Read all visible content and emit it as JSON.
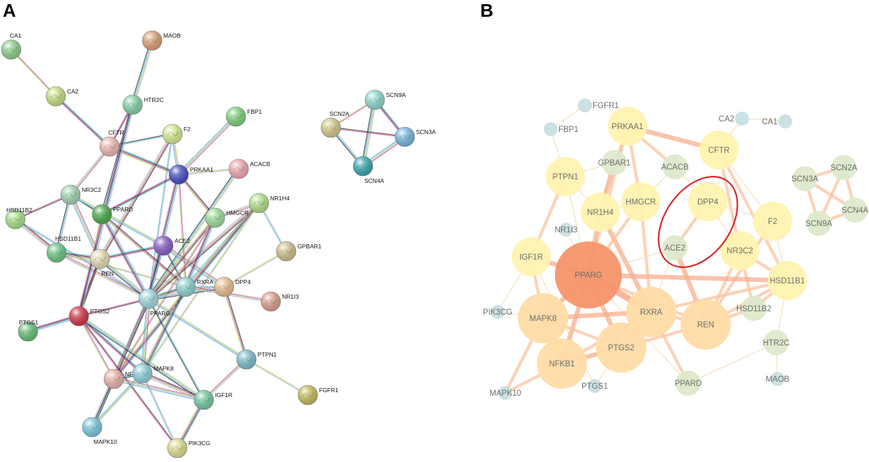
{
  "panels": [
    {
      "id": "A",
      "label": "A",
      "nodes": [
        {
          "id": "MAOB",
          "color": "#d9a07a"
        },
        {
          "id": "CA1",
          "color": "#8fcf8f"
        },
        {
          "id": "CA2",
          "color": "#c5df85"
        },
        {
          "id": "HTR2C",
          "color": "#86d0a8"
        },
        {
          "id": "FBP1",
          "color": "#7fd27f"
        },
        {
          "id": "F2",
          "color": "#d6eb93"
        },
        {
          "id": "CFTR",
          "color": "#ecb9b4"
        },
        {
          "id": "PRKAA1",
          "color": "#4b4fc4"
        },
        {
          "id": "ACACB",
          "color": "#eea9b0"
        },
        {
          "id": "NR3C2",
          "color": "#a5d3b5"
        },
        {
          "id": "PPARD",
          "color": "#4faa4f"
        },
        {
          "id": "NR1H4",
          "color": "#b2e08c"
        },
        {
          "id": "HMGCR",
          "color": "#9fdc9f"
        },
        {
          "id": "HSD11B2",
          "color": "#a9e08a"
        },
        {
          "id": "ACE2",
          "color": "#8a5fc7"
        },
        {
          "id": "GPBAR1",
          "color": "#d2c091"
        },
        {
          "id": "HSD11B1",
          "color": "#6fc486"
        },
        {
          "id": "REN",
          "color": "#e4dcb3"
        },
        {
          "id": "RXRA",
          "color": "#91d2cf"
        },
        {
          "id": "DPP4",
          "color": "#e9bf92"
        },
        {
          "id": "PPARG",
          "color": "#a4d7e0"
        },
        {
          "id": "NR1I3",
          "color": "#dba08e"
        },
        {
          "id": "PTGS2",
          "color": "#d4384a"
        },
        {
          "id": "PTGS1",
          "color": "#69c07d"
        },
        {
          "id": "PTPN1",
          "color": "#7fbfcc"
        },
        {
          "id": "NFKB1",
          "color": "#e8b2ac"
        },
        {
          "id": "MAPK8",
          "color": "#8ed0dc"
        },
        {
          "id": "FGFR1",
          "color": "#c5bc5c"
        },
        {
          "id": "IGF1R",
          "color": "#77c7a3"
        },
        {
          "id": "MAPK10",
          "color": "#7cc8e0"
        },
        {
          "id": "PIK3CG",
          "color": "#dedc8f"
        },
        {
          "id": "SCN9A",
          "color": "#8fd8cf"
        },
        {
          "id": "SCN2A",
          "color": "#d2c98a"
        },
        {
          "id": "SCN3A",
          "color": "#7ab8e2"
        },
        {
          "id": "SCN4A",
          "color": "#3aa9b0"
        }
      ],
      "edges": [
        [
          "CA1",
          "CA2"
        ],
        [
          "CA2",
          "CFTR"
        ],
        [
          "MAOB",
          "HTR2C"
        ],
        [
          "HTR2C",
          "CFTR"
        ],
        [
          "HTR2C",
          "PPARD"
        ],
        [
          "FBP1",
          "PRKAA1"
        ],
        [
          "F2",
          "CFTR"
        ],
        [
          "F2",
          "PRKAA1"
        ],
        [
          "F2",
          "REN"
        ],
        [
          "F2",
          "PPARG"
        ],
        [
          "CFTR",
          "NR3C2"
        ],
        [
          "CFTR",
          "PRKAA1"
        ],
        [
          "PRKAA1",
          "ACACB"
        ],
        [
          "PRKAA1",
          "HMGCR"
        ],
        [
          "PRKAA1",
          "PPARG"
        ],
        [
          "PRKAA1",
          "RXRA"
        ],
        [
          "PRKAA1",
          "PPARD"
        ],
        [
          "ACACB",
          "PPARG"
        ],
        [
          "NR3C2",
          "HSD11B2"
        ],
        [
          "NR3C2",
          "HSD11B1"
        ],
        [
          "NR3C2",
          "REN"
        ],
        [
          "NR3C2",
          "PPARD"
        ],
        [
          "NR3C2",
          "ACE2"
        ],
        [
          "HSD11B2",
          "HSD11B1"
        ],
        [
          "HSD11B2",
          "PPARG"
        ],
        [
          "HSD11B1",
          "PPARG"
        ],
        [
          "HSD11B1",
          "REN"
        ],
        [
          "HSD11B1",
          "RXRA"
        ],
        [
          "PPARD",
          "RXRA"
        ],
        [
          "PPARD",
          "PPARG"
        ],
        [
          "PPARD",
          "PTGS2"
        ],
        [
          "REN",
          "ACE2"
        ],
        [
          "REN",
          "PPARG"
        ],
        [
          "REN",
          "PTGS2"
        ],
        [
          "ACE2",
          "PPARG"
        ],
        [
          "ACE2",
          "DPP4"
        ],
        [
          "ACE2",
          "RXRA"
        ],
        [
          "NR1H4",
          "RXRA"
        ],
        [
          "NR1H4",
          "PPARG"
        ],
        [
          "NR1H4",
          "GPBAR1"
        ],
        [
          "NR1H4",
          "HMGCR"
        ],
        [
          "NR1H4",
          "NFKB1"
        ],
        [
          "NR1H4",
          "MAPK8"
        ],
        [
          "HMGCR",
          "PPARG"
        ],
        [
          "HMGCR",
          "RXRA"
        ],
        [
          "HMGCR",
          "NFKB1"
        ],
        [
          "PPARG",
          "RXRA"
        ],
        [
          "PPARG",
          "DPP4"
        ],
        [
          "PPARG",
          "PTGS2"
        ],
        [
          "PPARG",
          "NFKB1"
        ],
        [
          "PPARG",
          "MAPK8"
        ],
        [
          "PPARG",
          "IGF1R"
        ],
        [
          "PPARG",
          "PTPN1"
        ],
        [
          "PPARG",
          "MAPK10"
        ],
        [
          "RXRA",
          "DPP4"
        ],
        [
          "RXRA",
          "NR1I3"
        ],
        [
          "RXRA",
          "MAPK8"
        ],
        [
          "DPP4",
          "GPBAR1"
        ],
        [
          "DPP4",
          "PTPN1"
        ],
        [
          "PTGS2",
          "PTGS1"
        ],
        [
          "PTGS2",
          "NFKB1"
        ],
        [
          "PTGS2",
          "MAPK8"
        ],
        [
          "PTGS2",
          "IGF1R"
        ],
        [
          "PTGS2",
          "PIK3CG"
        ],
        [
          "NFKB1",
          "MAPK8"
        ],
        [
          "NFKB1",
          "IGF1R"
        ],
        [
          "NFKB1",
          "MAPK10"
        ],
        [
          "MAPK8",
          "MAPK10"
        ],
        [
          "MAPK8",
          "IGF1R"
        ],
        [
          "MAPK8",
          "PIK3CG"
        ],
        [
          "IGF1R",
          "PTPN1"
        ],
        [
          "IGF1R",
          "PIK3CG"
        ],
        [
          "PTPN1",
          "FGFR1"
        ],
        [
          "PTGS2",
          "REN"
        ],
        [
          "HTR2C",
          "PTGS2"
        ],
        [
          "SCN9A",
          "SCN2A"
        ],
        [
          "SCN9A",
          "SCN3A"
        ],
        [
          "SCN9A",
          "SCN4A"
        ],
        [
          "SCN2A",
          "SCN3A"
        ],
        [
          "SCN2A",
          "SCN4A"
        ],
        [
          "SCN3A",
          "SCN4A"
        ]
      ]
    },
    {
      "id": "B",
      "label": "B",
      "nodes": [
        {
          "id": "FGFR1",
          "level": 0
        },
        {
          "id": "FBP1",
          "level": 0
        },
        {
          "id": "CA2",
          "level": 0
        },
        {
          "id": "CA1",
          "level": 0
        },
        {
          "id": "PRKAA1",
          "level": 2
        },
        {
          "id": "CFTR",
          "level": 2
        },
        {
          "id": "GPBAR1",
          "level": 1
        },
        {
          "id": "ACACB",
          "level": 1
        },
        {
          "id": "PTPN1",
          "level": 2
        },
        {
          "id": "HMGCR",
          "level": 2
        },
        {
          "id": "NR1H4",
          "level": 2
        },
        {
          "id": "NR1I3",
          "level": 0
        },
        {
          "id": "DPP4",
          "level": 2
        },
        {
          "id": "ACE2",
          "level": 1
        },
        {
          "id": "NR3C2",
          "level": 2
        },
        {
          "id": "F2",
          "level": 2
        },
        {
          "id": "SCN3A",
          "level": 1
        },
        {
          "id": "SCN2A",
          "level": 1
        },
        {
          "id": "SCN4A",
          "level": 1
        },
        {
          "id": "SCN9A",
          "level": 1
        },
        {
          "id": "IGF1R",
          "level": 2
        },
        {
          "id": "PPARG",
          "level": 4
        },
        {
          "id": "RXRA",
          "level": 3
        },
        {
          "id": "REN",
          "level": 3
        },
        {
          "id": "HSD11B1",
          "level": 2
        },
        {
          "id": "HSD11B2",
          "level": 1
        },
        {
          "id": "PIK3CG",
          "level": 0
        },
        {
          "id": "MAPK8",
          "level": 3
        },
        {
          "id": "PTGS2",
          "level": 3
        },
        {
          "id": "NFKB1",
          "level": 3
        },
        {
          "id": "HTR2C",
          "level": 1
        },
        {
          "id": "MAPK10",
          "level": 0
        },
        {
          "id": "PTGS1",
          "level": 0
        },
        {
          "id": "PPARD",
          "level": 1
        },
        {
          "id": "MAOB",
          "level": 0
        }
      ],
      "edges": [
        [
          "FGFR1",
          "FBP1",
          1
        ],
        [
          "FBP1",
          "PTPN1",
          1
        ],
        [
          "CA2",
          "CA1",
          1
        ],
        [
          "CA2",
          "CFTR",
          1
        ],
        [
          "PRKAA1",
          "CFTR",
          3
        ],
        [
          "PRKAA1",
          "ACACB",
          2
        ],
        [
          "PRKAA1",
          "GPBAR1",
          1
        ],
        [
          "PRKAA1",
          "HMGCR",
          2
        ],
        [
          "PRKAA1",
          "NR1H4",
          2
        ],
        [
          "PRKAA1",
          "PPARG",
          2
        ],
        [
          "CFTR",
          "NR3C2",
          2
        ],
        [
          "CFTR",
          "F2",
          1
        ],
        [
          "CFTR",
          "HSD11B1",
          2
        ],
        [
          "GPBAR1",
          "NR1H4",
          3
        ],
        [
          "GPBAR1",
          "PTPN1",
          1
        ],
        [
          "GPBAR1",
          "PPARG",
          1
        ],
        [
          "ACACB",
          "HMGCR",
          1
        ],
        [
          "ACACB",
          "DPP4",
          1
        ],
        [
          "PTPN1",
          "IGF1R",
          2
        ],
        [
          "PTPN1",
          "NR1H4",
          1
        ],
        [
          "PTPN1",
          "PPARG",
          1
        ],
        [
          "NR1H4",
          "PPARG",
          3
        ],
        [
          "NR1H4",
          "RXRA",
          3
        ],
        [
          "NR1H4",
          "HMGCR",
          1
        ],
        [
          "NR1I3",
          "PPARG",
          1
        ],
        [
          "HMGCR",
          "RXRA",
          2
        ],
        [
          "HMGCR",
          "PPARG",
          2
        ],
        [
          "DPP4",
          "ACE2",
          2
        ],
        [
          "DPP4",
          "NR3C2",
          1
        ],
        [
          "DPP4",
          "F2",
          1
        ],
        [
          "ACE2",
          "REN",
          3
        ],
        [
          "ACE2",
          "PPARG",
          1
        ],
        [
          "ACE2",
          "RXRA",
          1
        ],
        [
          "NR3C2",
          "HSD11B1",
          2
        ],
        [
          "NR3C2",
          "HSD11B2",
          2
        ],
        [
          "NR3C2",
          "REN",
          2
        ],
        [
          "F2",
          "REN",
          2
        ],
        [
          "F2",
          "HSD11B1",
          1
        ],
        [
          "SCN3A",
          "SCN2A",
          2
        ],
        [
          "SCN3A",
          "SCN4A",
          2
        ],
        [
          "SCN3A",
          "SCN9A",
          2
        ],
        [
          "SCN2A",
          "SCN4A",
          2
        ],
        [
          "SCN2A",
          "SCN9A",
          2
        ],
        [
          "SCN4A",
          "SCN9A",
          2
        ],
        [
          "IGF1R",
          "PPARG",
          3
        ],
        [
          "IGF1R",
          "MAPK8",
          2
        ],
        [
          "IGF1R",
          "PIK3CG",
          1
        ],
        [
          "IGF1R",
          "PTGS1",
          1
        ],
        [
          "PPARG",
          "RXRA",
          4
        ],
        [
          "PPARG",
          "REN",
          2
        ],
        [
          "PPARG",
          "HSD11B1",
          3
        ],
        [
          "PPARG",
          "MAPK8",
          3
        ],
        [
          "PPARG",
          "PTGS2",
          3
        ],
        [
          "PPARG",
          "NFKB1",
          3
        ],
        [
          "PPARG",
          "PPARD",
          1
        ],
        [
          "RXRA",
          "REN",
          2
        ],
        [
          "RXRA",
          "PTGS2",
          3
        ],
        [
          "RXRA",
          "NFKB1",
          2
        ],
        [
          "RXRA",
          "HSD11B1",
          2
        ],
        [
          "RXRA",
          "MAPK8",
          3
        ],
        [
          "RXRA",
          "PPARD",
          2
        ],
        [
          "REN",
          "HSD11B1",
          2
        ],
        [
          "REN",
          "HSD11B2",
          2
        ],
        [
          "REN",
          "PTGS2",
          2
        ],
        [
          "HSD11B1",
          "HSD11B2",
          2
        ],
        [
          "HSD11B1",
          "HTR2C",
          1
        ],
        [
          "MAPK8",
          "NFKB1",
          3
        ],
        [
          "MAPK8",
          "PTGS2",
          2
        ],
        [
          "MAPK8",
          "MAPK10",
          2
        ],
        [
          "MAPK8",
          "PIK3CG",
          1
        ],
        [
          "PTGS2",
          "NFKB1",
          3
        ],
        [
          "PTGS2",
          "PTGS1",
          1
        ],
        [
          "NFKB1",
          "MAPK10",
          2
        ],
        [
          "HTR2C",
          "MAOB",
          1
        ],
        [
          "HTR2C",
          "PPARD",
          1
        ]
      ],
      "highlight": [
        "DPP4",
        "ACE2"
      ],
      "highlight_color": "#d8282c"
    }
  ],
  "style": {
    "edge_colors_A": [
      "#d03a9d",
      "#3cb3c4",
      "#9ccf4b",
      "#222222",
      "#b5a6e0"
    ],
    "level_colors_B": [
      "#c8dfe1",
      "#dde9cb",
      "#fff3b0",
      "#ffdca6",
      "#f5956c"
    ],
    "edge_colors_B": [
      "#cfe2e6",
      "#f7dcb8",
      "#f9c4a0",
      "#f7b08d",
      "#f39d7c"
    ]
  }
}
